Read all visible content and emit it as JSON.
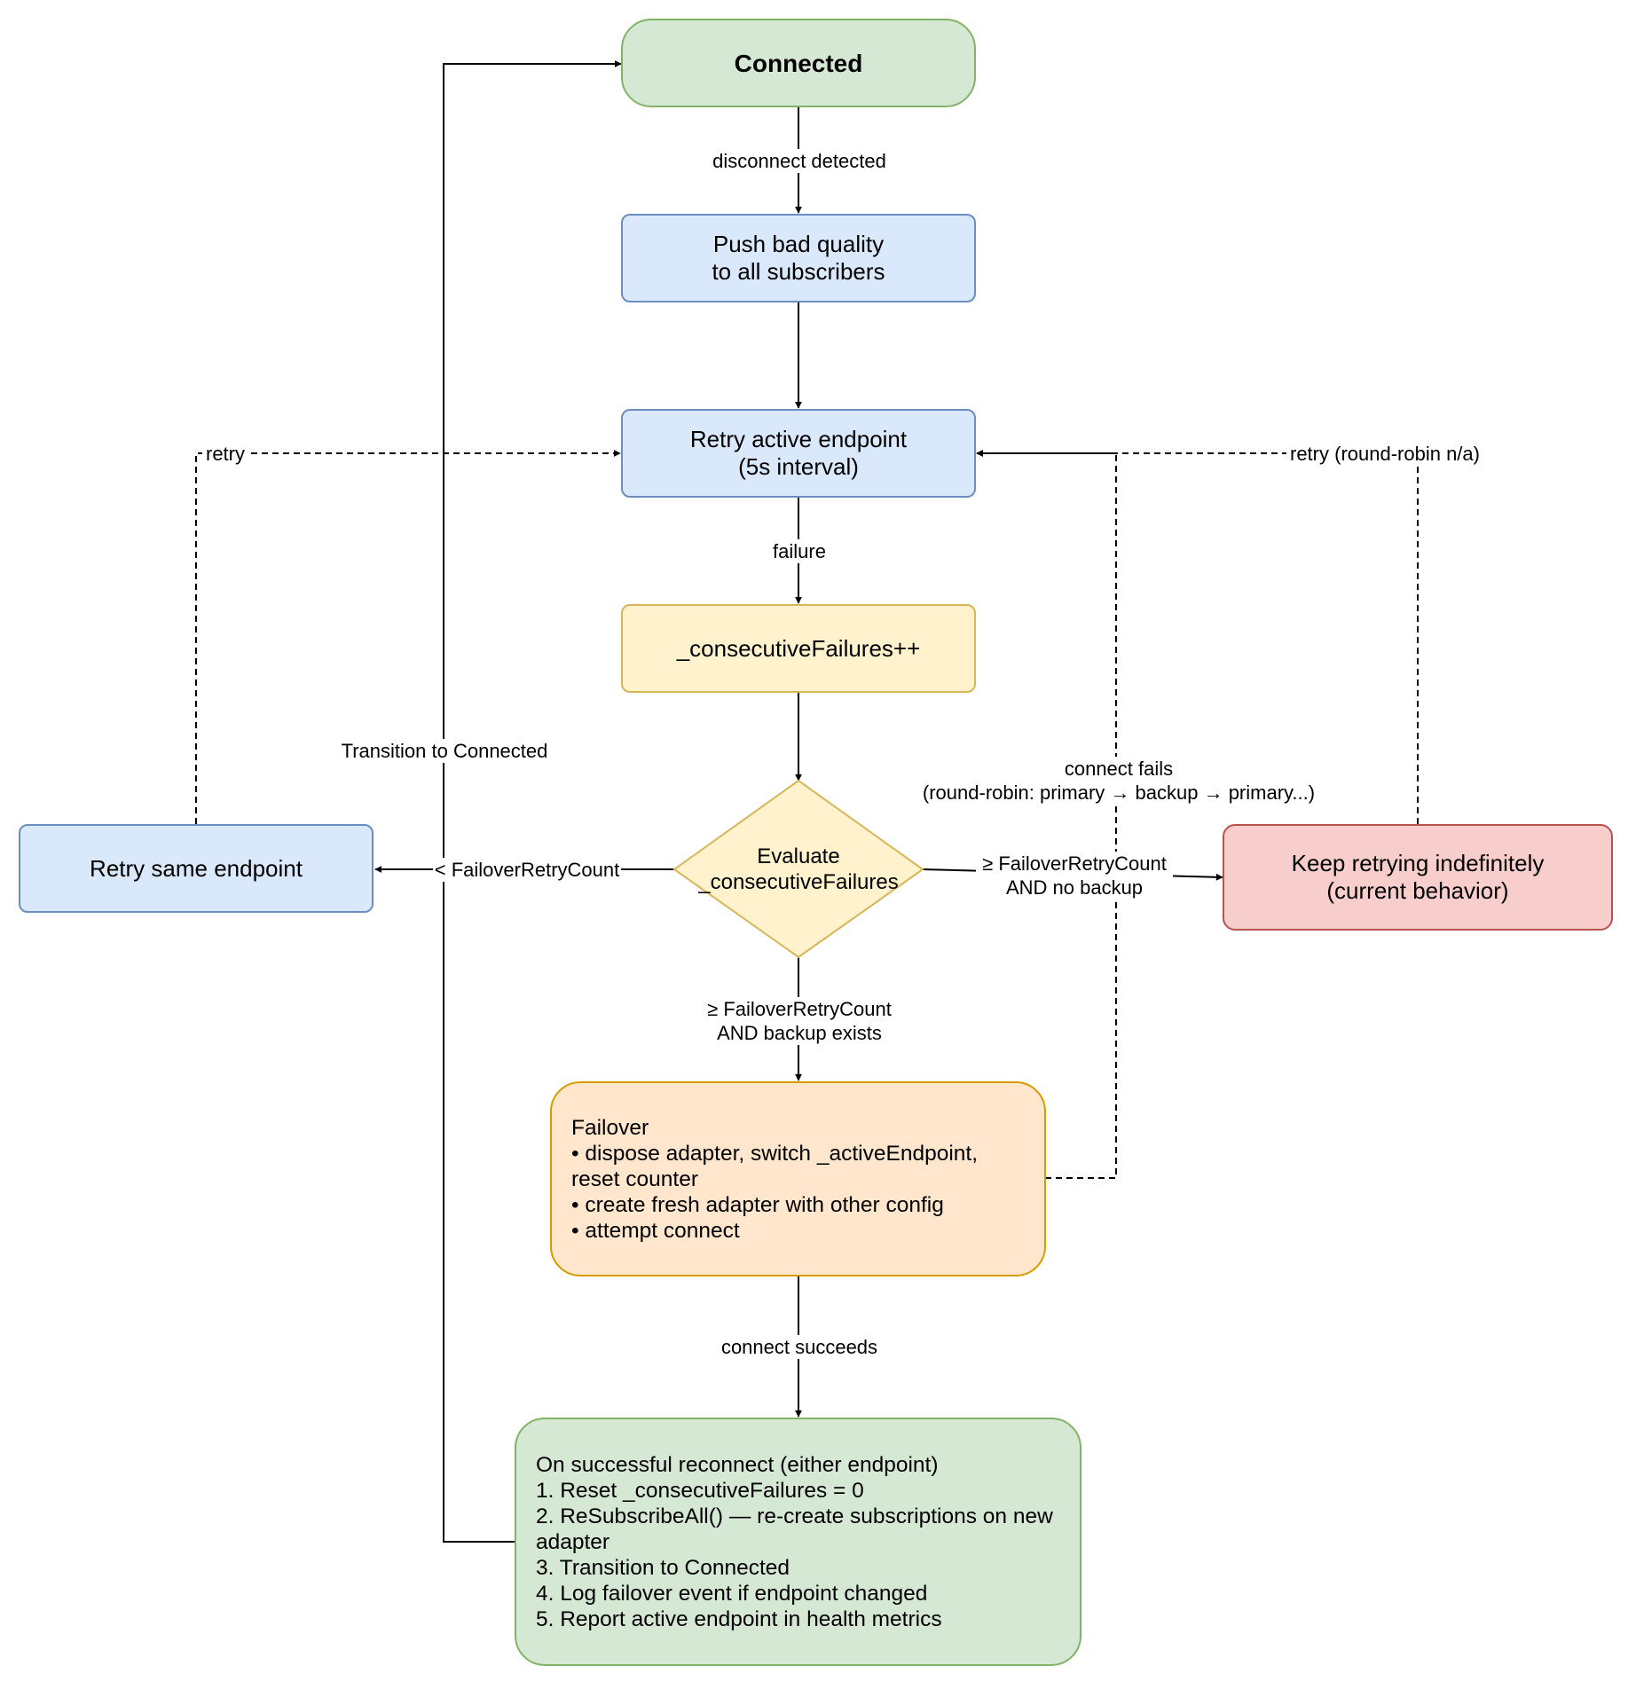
{
  "nodes": {
    "connected": "Connected",
    "push_bad_quality": "Push bad quality\nto all subscribers",
    "retry_active": "Retry active endpoint\n(5s interval)",
    "consecutive_failures": "_consecutiveFailures++",
    "evaluate": "Evaluate\n_consecutiveFailures",
    "retry_same": "Retry same endpoint",
    "keep_retrying": "Keep retrying indefinitely\n(current behavior)",
    "failover": "Failover\n• dispose adapter, switch _activeEndpoint, reset counter\n• create fresh adapter with other config\n• attempt connect",
    "reconnect": "On successful reconnect (either endpoint)\n1. Reset _consecutiveFailures = 0\n2. ReSubscribeAll() — re-create subscriptions on new adapter\n3. Transition to Connected\n4. Log failover event if endpoint changed\n5. Report active endpoint in health metrics"
  },
  "edges": {
    "disconnect_detected": "disconnect detected",
    "failure": "failure",
    "less_than_retry": "< FailoverRetryCount",
    "ge_no_backup": "≥ FailoverRetryCount\nAND no backup",
    "ge_backup_exists": "≥ FailoverRetryCount\nAND backup exists",
    "connect_succeeds": "connect succeeds",
    "transition_connected": "Transition to Connected",
    "retry": "retry",
    "retry_round_robin": "retry (round-robin n/a)",
    "connect_fails": "connect fails\n(round-robin: primary → backup → primary...)"
  },
  "colors": {
    "green_fill": "#d5e8d4",
    "green_stroke": "#82b366",
    "blue_fill": "#dae8fc",
    "blue_stroke": "#6c8ebf",
    "yellow_fill": "#fff2cc",
    "yellow_stroke": "#d6b656",
    "orange_fill": "#ffe6cc",
    "orange_stroke": "#d79b00",
    "red_fill": "#f8cecc",
    "red_stroke": "#b85450"
  }
}
